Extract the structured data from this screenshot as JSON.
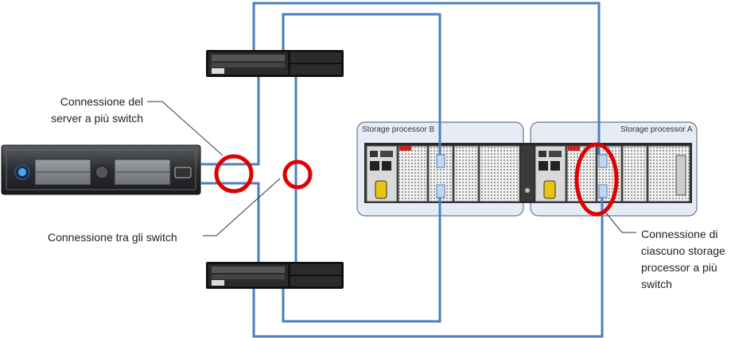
{
  "labels": {
    "server_switch": "Connessione del\nserver a più switch",
    "inter_switch": "Connessione tra gli switch",
    "sp_switch": "Connessione di\nciascuno storage\nprocessor a più\nswitch"
  },
  "enclosure": {
    "sp_b": "Storage processor B",
    "sp_a": "Storage processor A"
  },
  "colors": {
    "cable": "#4a7fc1",
    "highlight": "#e00000",
    "enclosure_bg": "#e6ecf6",
    "device_dark": "#1c1c1c"
  }
}
